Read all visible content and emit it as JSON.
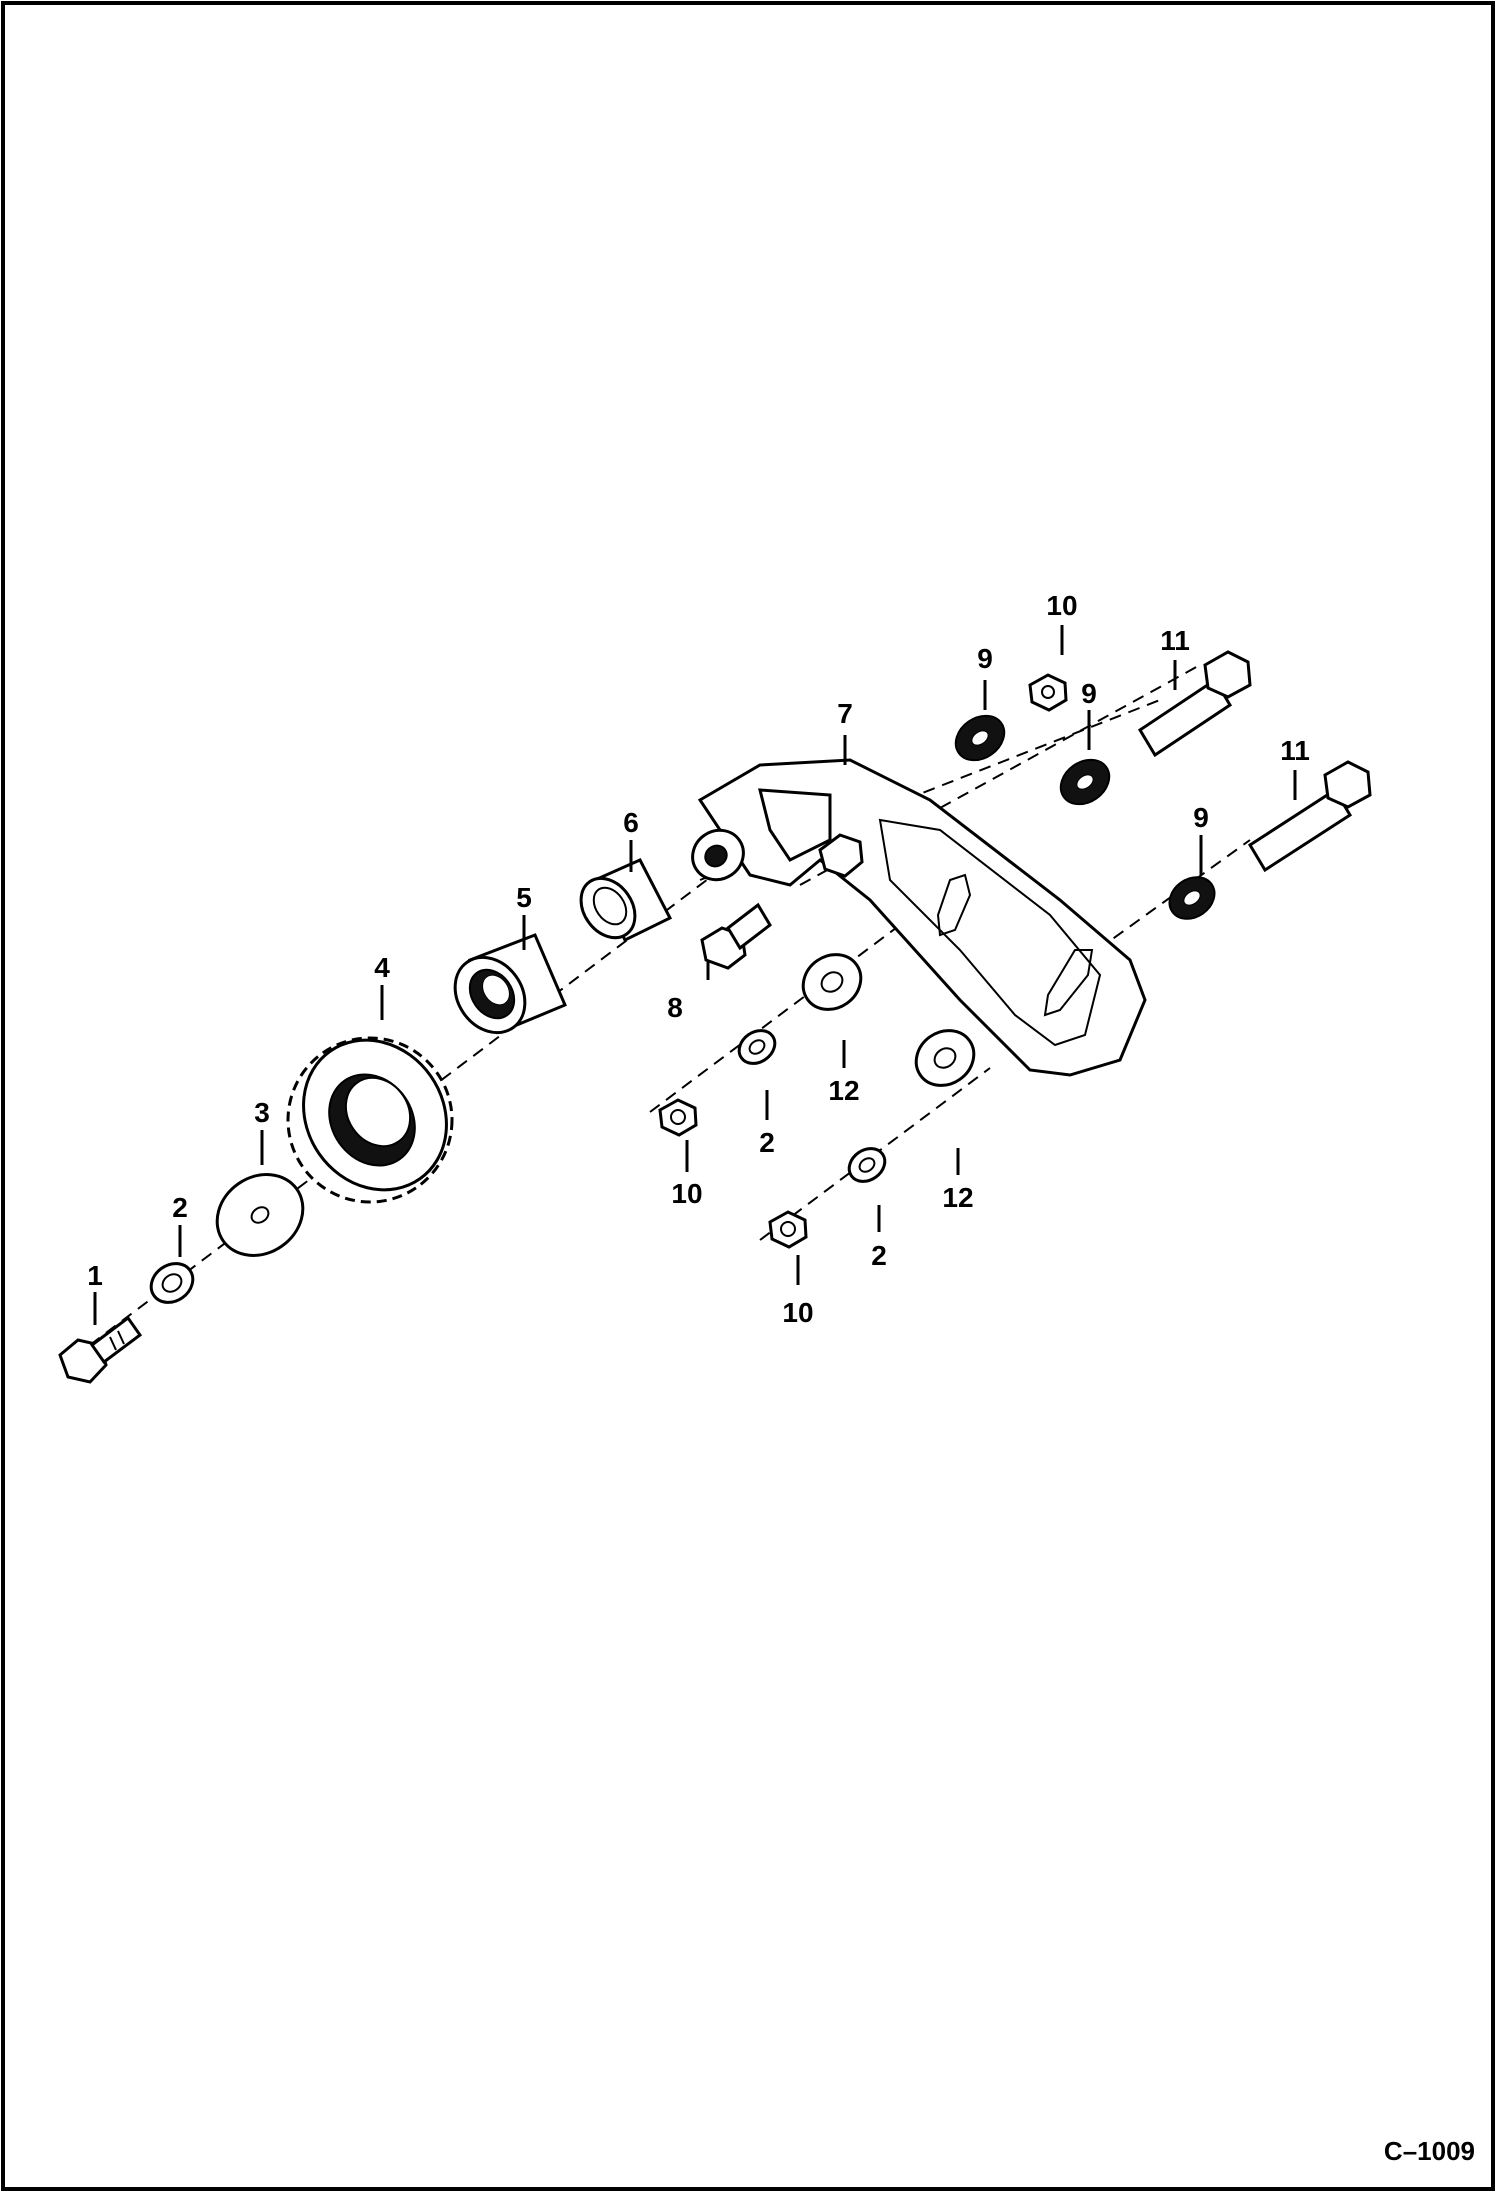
{
  "figure_code": "C–1009",
  "callouts": [
    {
      "id": "callout-1a",
      "text": "1"
    },
    {
      "id": "callout-2a",
      "text": "2"
    },
    {
      "id": "callout-3",
      "text": "3"
    },
    {
      "id": "callout-4",
      "text": "4"
    },
    {
      "id": "callout-5",
      "text": "5"
    },
    {
      "id": "callout-6",
      "text": "6"
    },
    {
      "id": "callout-7",
      "text": "7"
    },
    {
      "id": "callout-8",
      "text": "8"
    },
    {
      "id": "callout-9a",
      "text": "9"
    },
    {
      "id": "callout-9b",
      "text": "9"
    },
    {
      "id": "callout-9c",
      "text": "9"
    },
    {
      "id": "callout-10a",
      "text": "10"
    },
    {
      "id": "callout-10b",
      "text": "10"
    },
    {
      "id": "callout-10c",
      "text": "10"
    },
    {
      "id": "callout-11a",
      "text": "11"
    },
    {
      "id": "callout-11b",
      "text": "11"
    },
    {
      "id": "callout-12a",
      "text": "12"
    },
    {
      "id": "callout-12b",
      "text": "12"
    },
    {
      "id": "callout-2b",
      "text": "2"
    },
    {
      "id": "callout-2c",
      "text": "2"
    }
  ]
}
